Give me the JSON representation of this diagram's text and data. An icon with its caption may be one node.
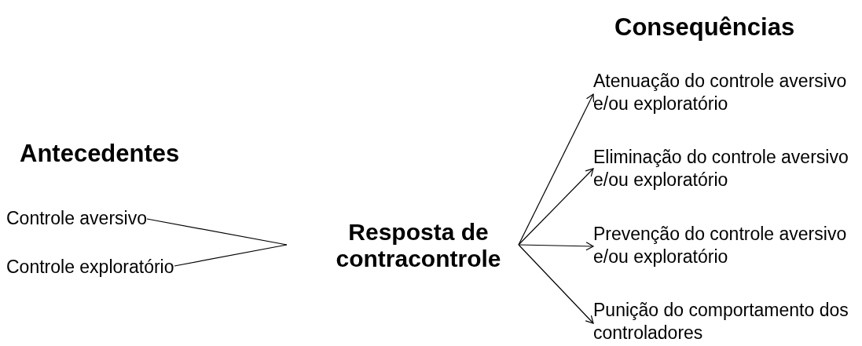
{
  "diagram": {
    "nodes": [
      {
        "text": [
          "Controle aversivo"
        ]
      },
      {
        "text": [
          "Controle exploratório"
        ]
      },
      {
        "text": [
          "Resposta de contracontrole"
        ]
      },
      {
        "text": [
          "Atenuação do controle aversivo e/ou exploratório"
        ]
      },
      {
        "text": [
          "Eliminação do controle aversivo e/ou exploratório"
        ]
      },
      {
        "text": [
          "Prevenção do controle aversivo e/ou exploratório"
        ]
      },
      {
        "text": [
          "Punição do comportamento dos controladores"
        ]
      }
    ],
    "edges": [
      {
        "from": 0,
        "to": 2,
        "arrow": "none"
      },
      {
        "from": 1,
        "to": 2,
        "arrow": "none"
      },
      {
        "from": 2,
        "to": 3,
        "arrow": "to"
      },
      {
        "from": 2,
        "to": 4,
        "arrow": "to"
      },
      {
        "from": 2,
        "to": 5,
        "arrow": "to"
      },
      {
        "from": 2,
        "to": 6,
        "arrow": "to"
      }
    ],
    "labels": [
      "Consequências",
      "Antecedentes"
    ]
  }
}
